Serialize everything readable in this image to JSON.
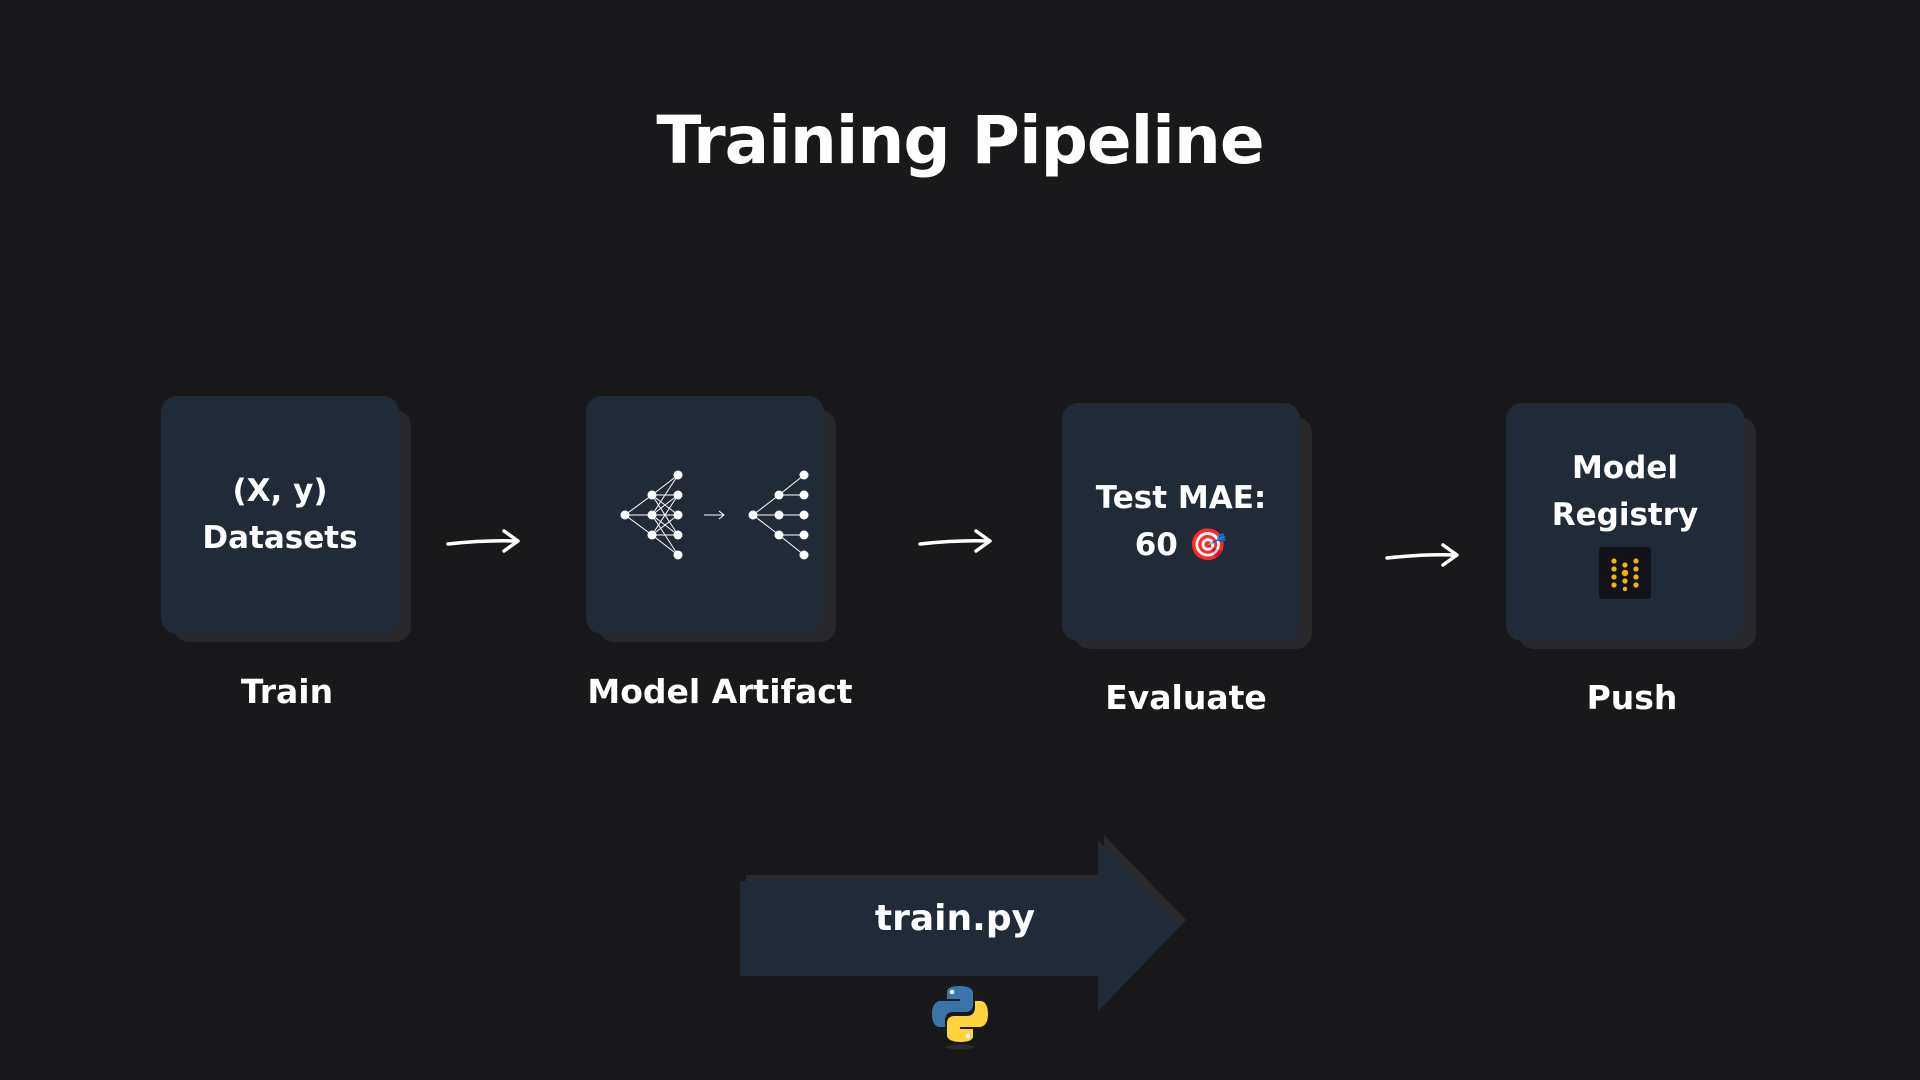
{
  "title": "Training Pipeline",
  "stages": [
    {
      "card_lines": [
        "(X, y)",
        "Datasets"
      ],
      "caption": "Train",
      "icon": "none"
    },
    {
      "card_lines": [],
      "caption": "Model Artifact",
      "icon": "neural-network-pruning-icon"
    },
    {
      "card_lines": [
        "Test MAE:",
        "60 🎯"
      ],
      "caption": "Evaluate",
      "icon": "target-icon"
    },
    {
      "card_lines": [
        "Model",
        "Registry"
      ],
      "caption": "Push",
      "icon": "model-registry-icon"
    }
  ],
  "script": {
    "label": "train.py",
    "icon": "python-logo-icon"
  },
  "colors": {
    "background": "#19191b",
    "card": "#212b38",
    "card_shadow": "#28282b",
    "text": "#ffffff",
    "registry_accent": "#f5b400",
    "python_blue": "#3a74a8",
    "python_yellow": "#ffd43b"
  }
}
